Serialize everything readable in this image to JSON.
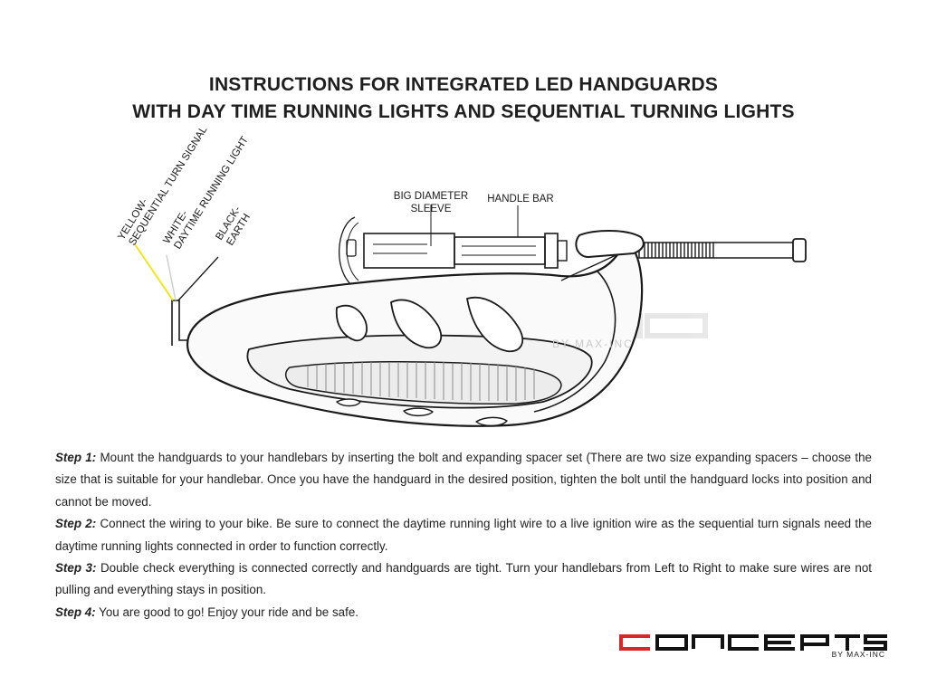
{
  "title": {
    "line1": "INSTRUCTIONS FOR INTEGRATED LED HANDGUARDS",
    "line2": "WITH DAY TIME RUNNING LIGHTS AND SEQUENTIAL TURNING LIGHTS"
  },
  "diagram": {
    "labels": {
      "sleeve_line1": "BIG DIAMETER",
      "sleeve_line2": "SLEEVE",
      "handle_bar": "HANDLE BAR",
      "yellow_line1": "YELLOW-",
      "yellow_line2": "SEQUENTIAL TURN SIGNAL",
      "white_line1": "WHITE-",
      "white_line2": "DAYTIME RUNNING LIGHT",
      "black_line1": "BLACK-",
      "black_line2": "EARTH"
    },
    "wire_colors": {
      "yellow": "#f2e600",
      "white": "#d8d8d8",
      "black": "#1a1a1a"
    }
  },
  "steps": [
    {
      "label": "Step 1:",
      "text": " Mount the handguards to your handlebars by inserting the bolt and expanding spacer set (There are two size expanding spacers – choose the size that is suitable for your handlebar. Once you have the handguard in the desired position, tighten the bolt until the handguard locks into position and cannot be moved."
    },
    {
      "label": "Step 2:",
      "text": " Connect the wiring to your bike. Be sure to connect the daytime running light wire to a live ignition wire as the sequential turn signals need the daytime running lights connected in order to function correctly."
    },
    {
      "label": "Step 3:",
      "text": " Double check everything is connected correctly and handguards are tight. Turn your handlebars from Left to Right to make sure wires are not pulling and everything stays in position."
    },
    {
      "label": "Step 4:",
      "text": " You are good to go! Enjoy your ride and be safe."
    }
  ],
  "logo": {
    "text": "CONCEPTS",
    "sub": "BY MAX-INC",
    "colors": {
      "red": "#d8262b",
      "black": "#111111"
    }
  },
  "watermark": {
    "text": "CONCEPTS",
    "sub": "BY MAX-INC"
  }
}
